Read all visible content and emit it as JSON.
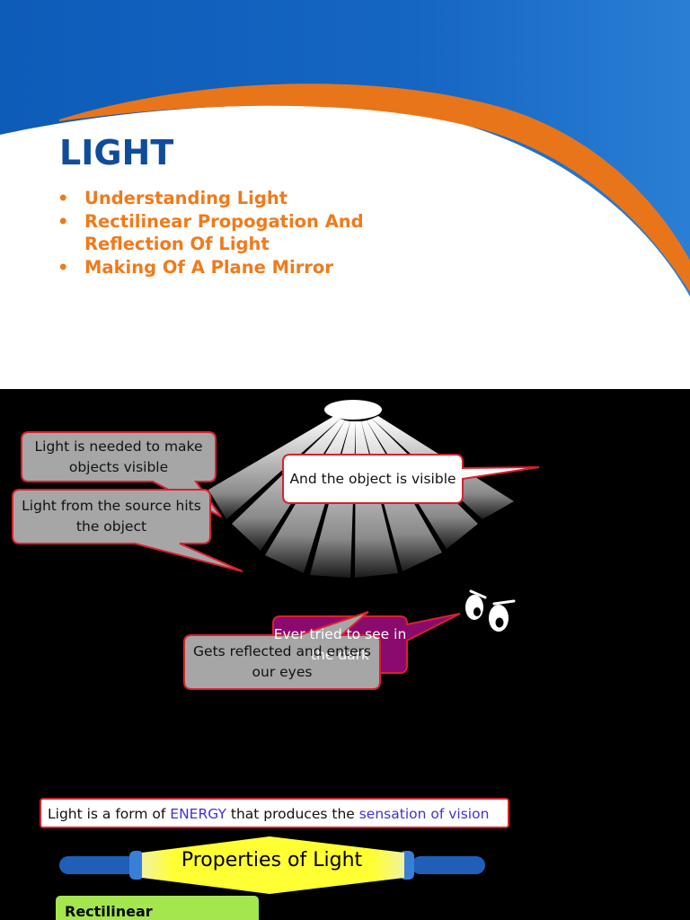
{
  "slide1": {
    "title": "LIGHT",
    "bullets": [
      "Understanding Light",
      "Rectilinear Propogation And Reflection Of Light",
      "Making Of A Plane Mirror"
    ],
    "colors": {
      "title": "#0f4d9c",
      "bullets": "#f07a1a",
      "swoosh_blue": "#1560b8",
      "swoosh_orange": "#e8751a"
    }
  },
  "slide2": {
    "callouts": {
      "needed": "Light is needed to make objects visible",
      "source": "Light from the source hits the object",
      "visible": "And the object is visible",
      "tried": "Ever tried to see in the dark",
      "reflected": "Gets reflected and enters our eyes"
    },
    "definition": {
      "prefix": "Light is a form of ",
      "energy": "ENERGY",
      "middle": " that produces the ",
      "sensation": "sensation of vision"
    },
    "properties_label": "Properties of Light",
    "property_item": "Rectilinear",
    "colors": {
      "background": "#000000",
      "callout_fill": "#a6a6a6",
      "callout_border": "#d9212f",
      "dark_callout": "#8b0a6e",
      "highlight": "#3b35d6",
      "banner": "#ffff33",
      "item_fill": "#a4e64e"
    }
  }
}
